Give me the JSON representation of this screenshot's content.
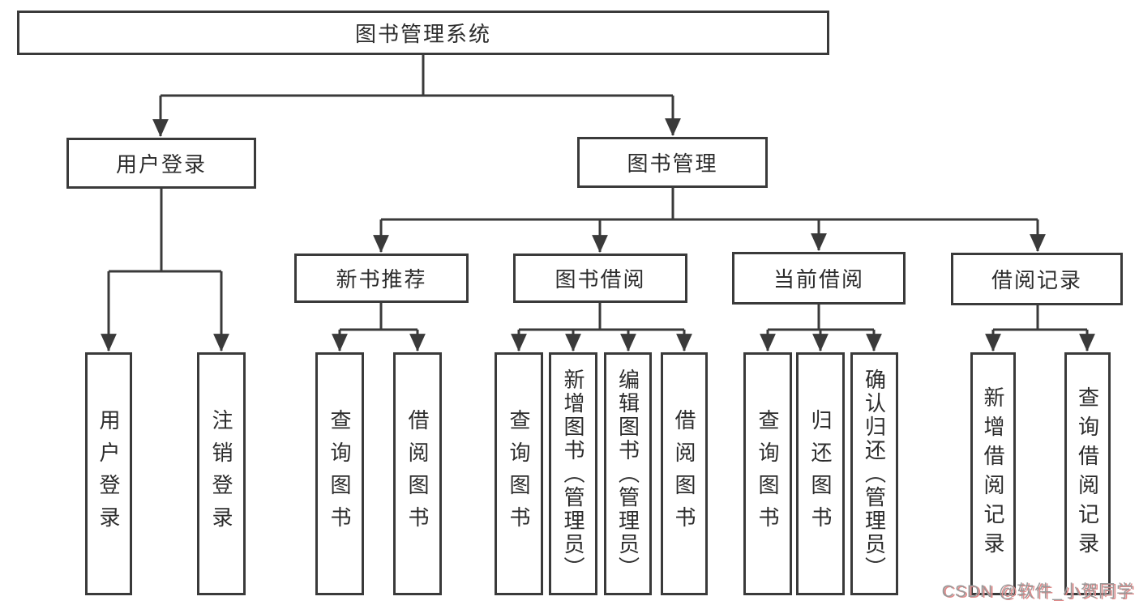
{
  "root": {
    "label": "图书管理系统"
  },
  "user_login": {
    "label": "用户登录",
    "children": [
      {
        "label": "用户登录"
      },
      {
        "label": "注销登录"
      }
    ]
  },
  "book_management": {
    "label": "图书管理",
    "children": [
      {
        "label": "新书推荐",
        "children": [
          {
            "label": "查询图书"
          },
          {
            "label": "借阅图书"
          }
        ]
      },
      {
        "label": "图书借阅",
        "children": [
          {
            "label": "查询图书"
          },
          {
            "label": "新增图书（管理员）"
          },
          {
            "label": "编辑图书（管理员）"
          },
          {
            "label": "借阅图书"
          }
        ]
      },
      {
        "label": "当前借阅",
        "children": [
          {
            "label": "查询图书"
          },
          {
            "label": "归还图书"
          },
          {
            "label": "确认归还（管理员）"
          }
        ]
      },
      {
        "label": "借阅记录",
        "children": [
          {
            "label": "新增借阅记录"
          },
          {
            "label": "查询借阅记录"
          }
        ]
      }
    ]
  },
  "watermark": "CSDN @软件_小贺同学",
  "colors": {
    "line": "#3a3a3a",
    "box_border": "#3a3a3a",
    "text": "#2c2c2c",
    "background": "#ffffff",
    "watermark_gray": "#999999",
    "watermark_red": "#e08a8a"
  }
}
